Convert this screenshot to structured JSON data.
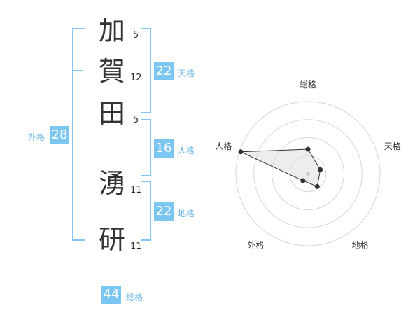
{
  "name_chars": [
    {
      "char": "加",
      "strokes": "5"
    },
    {
      "char": "賀",
      "strokes": "12"
    },
    {
      "char": "田",
      "strokes": "5"
    },
    {
      "char": "湧",
      "strokes": "11"
    },
    {
      "char": "研",
      "strokes": "11"
    }
  ],
  "kakusu": {
    "tenkaku": {
      "value": "22",
      "label": "天格"
    },
    "jinkaku": {
      "value": "16",
      "label": "人格"
    },
    "chikaku": {
      "value": "22",
      "label": "地格"
    },
    "gaikaku": {
      "value": "28",
      "label": "外格"
    },
    "soukaku": {
      "value": "44",
      "label": "総格"
    }
  },
  "colors": {
    "accent": "#7cc6f2",
    "bracket": "#86c5f0",
    "label": "#6cb6e6",
    "text": "#333333"
  },
  "chart_data": {
    "type": "radar",
    "axes": [
      "総格",
      "天格",
      "地格",
      "外格",
      "人格"
    ],
    "values": [
      1.7,
      0.9,
      1.1,
      0.6,
      4.9
    ],
    "rmax": 5,
    "rings": 4,
    "grid": true
  }
}
